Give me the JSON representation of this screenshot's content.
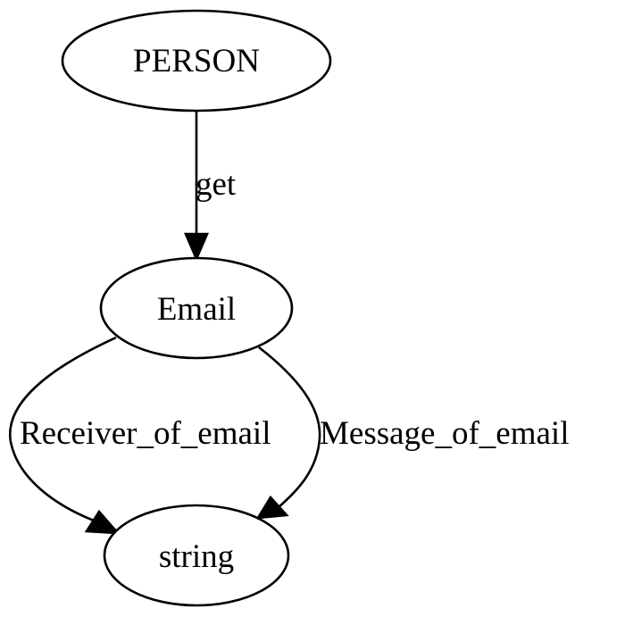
{
  "nodes": {
    "person": "PERSON",
    "email": "Email",
    "string": "string"
  },
  "edges": {
    "get": "get",
    "receiver_of_email": "Receiver_of_email",
    "message_of_email": "Message_of_email"
  }
}
